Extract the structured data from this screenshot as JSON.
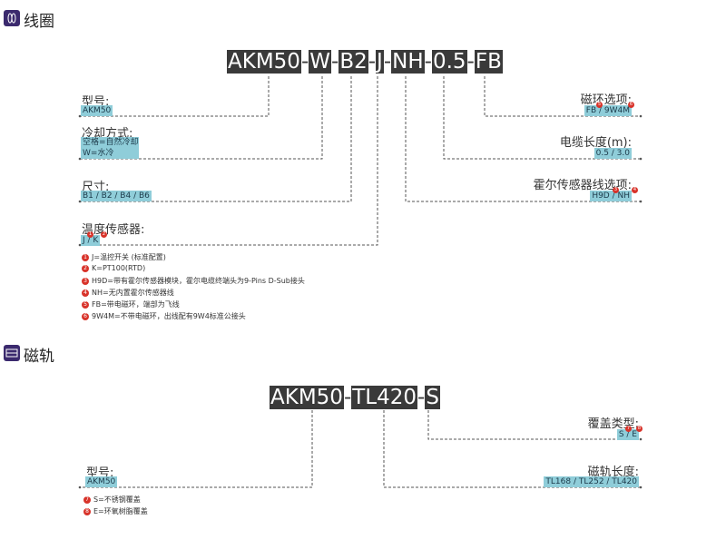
{
  "coil": {
    "title": "线圈",
    "code_segments": [
      "AKM50",
      "W",
      "B2",
      "J",
      "NH",
      "0.5",
      "FB"
    ],
    "separator": "-",
    "left_fields": [
      {
        "label": "型号:",
        "value": "AKM50"
      },
      {
        "label": "冷却方式:",
        "value": "空格=自然冷却",
        "value2": "W=水冷"
      },
      {
        "label": "尺寸:",
        "value": "B1 / B2 / B4 / B6"
      },
      {
        "label": "温度传感器:",
        "value": "J / K"
      }
    ],
    "right_fields": [
      {
        "label": "磁环选项:",
        "value": "FB / 9W4M"
      },
      {
        "label": "电缆长度(m):",
        "value": "0.5 / 3.0"
      },
      {
        "label": "霍尔传感器线选项:",
        "value": "H9D / NH"
      }
    ],
    "notes": [
      {
        "num": "1",
        "text": "J=温控开关 (标准配置)"
      },
      {
        "num": "2",
        "text": "K=PT100(RTD)"
      },
      {
        "num": "3",
        "text": "H9D=带有霍尔传感器模块，霍尔电缆终端头为9-Pins D-Sub接头"
      },
      {
        "num": "4",
        "text": "NH=无内置霍尔传感器线"
      },
      {
        "num": "5",
        "text": "FB=带电磁环，端部为飞线"
      },
      {
        "num": "6",
        "text": "9W4M=不带电磁环，出线配有9W4标准公接头"
      }
    ]
  },
  "track": {
    "title": "磁轨",
    "code_segments": [
      "AKM50",
      "TL420",
      "S"
    ],
    "separator": "-",
    "left_fields": [
      {
        "label": "型号:",
        "value": "AKM50"
      }
    ],
    "right_fields": [
      {
        "label": "覆盖类型:",
        "value": "S / E"
      },
      {
        "label": "磁轨长度:",
        "value": "TL168 / TL252 / TL420"
      }
    ],
    "notes": [
      {
        "num": "7",
        "text": "S=不锈钢覆盖"
      },
      {
        "num": "8",
        "text": "E=环氧树脂覆盖"
      }
    ]
  },
  "colors": {
    "accent": "#8fcdd9",
    "code_bg": "#3a3a3a",
    "badge": "#d8332a",
    "icon": "#3b2a6e"
  }
}
